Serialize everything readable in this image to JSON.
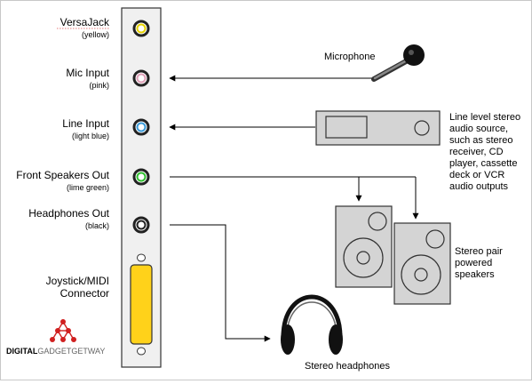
{
  "ports": [
    {
      "label": "VersaJack",
      "sub": "(yellow)",
      "color": "#e6d200"
    },
    {
      "label": "Mic Input",
      "sub": "(pink)",
      "color": "#e0a0b8"
    },
    {
      "label": "Line Input",
      "sub": "(light blue)",
      "color": "#3a9ad8"
    },
    {
      "label": "Front Speakers Out",
      "sub": "(lime green)",
      "color": "#2fbf2f"
    },
    {
      "label": "Headphones Out",
      "sub": "(black)",
      "color": "#222222"
    }
  ],
  "joystick": {
    "line1": "Joystick/MIDI",
    "line2": "Connector",
    "color": "#ffd21a"
  },
  "logo": {
    "strong": "DIGITAL",
    "rest": "GADGETGETWAY"
  },
  "devices": {
    "microphone": "Microphone",
    "line_source": [
      "Line level stereo",
      "audio source,",
      "such as stereo",
      "receiver, CD",
      "player, cassette",
      "deck or VCR",
      "audio outputs"
    ],
    "speakers": [
      "Stereo pair",
      "powered",
      "speakers"
    ],
    "headphones": "Stereo headphones"
  },
  "colors": {
    "panel": "#f0f0f0",
    "device": "#d4d4d4",
    "stroke": "#333333"
  }
}
